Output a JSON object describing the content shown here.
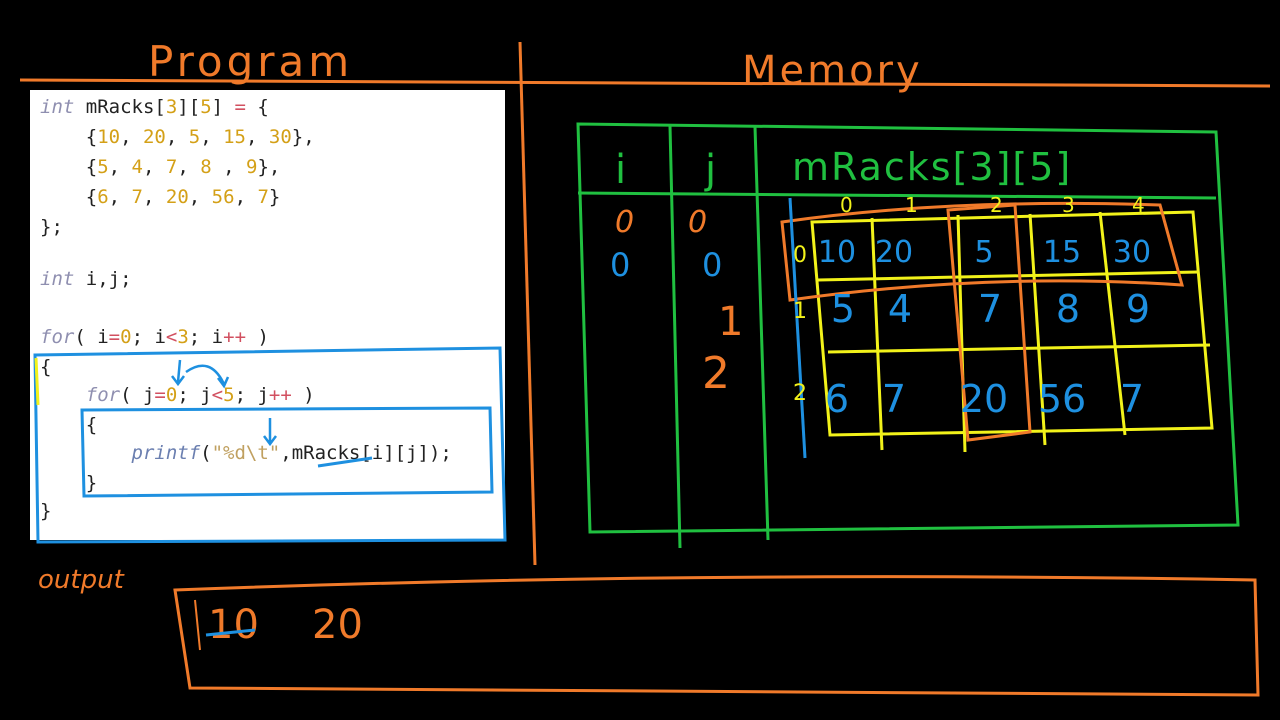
{
  "headings": {
    "program": "Program",
    "memory": "Memory",
    "output_label": "output"
  },
  "code": {
    "lines": [
      [
        {
          "t": "int",
          "c": "kw"
        },
        {
          "t": " mRacks["
        },
        {
          "t": "3",
          "c": "num"
        },
        {
          "t": "]["
        },
        {
          "t": "5",
          "c": "num"
        },
        {
          "t": "] "
        },
        {
          "t": "=",
          "c": "op"
        },
        {
          "t": " {"
        }
      ],
      [
        {
          "t": "    {"
        },
        {
          "t": "10",
          "c": "num"
        },
        {
          "t": ", "
        },
        {
          "t": "20",
          "c": "num"
        },
        {
          "t": ", "
        },
        {
          "t": "5",
          "c": "num"
        },
        {
          "t": ", "
        },
        {
          "t": "15",
          "c": "num"
        },
        {
          "t": ", "
        },
        {
          "t": "30",
          "c": "num"
        },
        {
          "t": "},"
        }
      ],
      [
        {
          "t": "    {"
        },
        {
          "t": "5",
          "c": "num"
        },
        {
          "t": ", "
        },
        {
          "t": "4",
          "c": "num"
        },
        {
          "t": ", "
        },
        {
          "t": "7",
          "c": "num"
        },
        {
          "t": ", "
        },
        {
          "t": "8",
          "c": "num"
        },
        {
          "t": " , "
        },
        {
          "t": "9",
          "c": "num"
        },
        {
          "t": "},"
        }
      ],
      [
        {
          "t": "    {"
        },
        {
          "t": "6",
          "c": "num"
        },
        {
          "t": ", "
        },
        {
          "t": "7",
          "c": "num"
        },
        {
          "t": ", "
        },
        {
          "t": "20",
          "c": "num"
        },
        {
          "t": ", "
        },
        {
          "t": "56",
          "c": "num"
        },
        {
          "t": ", "
        },
        {
          "t": "7",
          "c": "num"
        },
        {
          "t": "}"
        }
      ],
      [
        {
          "t": "};"
        }
      ],
      [],
      [
        {
          "t": "int",
          "c": "kw"
        },
        {
          "t": " i,j;"
        }
      ],
      [],
      [
        {
          "t": "for",
          "c": "kw"
        },
        {
          "t": "( i"
        },
        {
          "t": "=",
          "c": "op"
        },
        {
          "t": "0",
          "c": "num"
        },
        {
          "t": "; i"
        },
        {
          "t": "<",
          "c": "op"
        },
        {
          "t": "3",
          "c": "num"
        },
        {
          "t": "; i"
        },
        {
          "t": "++",
          "c": "op"
        },
        {
          "t": " )"
        }
      ],
      [
        {
          "t": "{"
        }
      ],
      [
        {
          "t": "    "
        },
        {
          "t": "for",
          "c": "kw"
        },
        {
          "t": "( j"
        },
        {
          "t": "=",
          "c": "op"
        },
        {
          "t": "0",
          "c": "num"
        },
        {
          "t": "; j"
        },
        {
          "t": "<",
          "c": "op"
        },
        {
          "t": "5",
          "c": "num"
        },
        {
          "t": "; j"
        },
        {
          "t": "++",
          "c": "op"
        },
        {
          "t": " )"
        }
      ],
      [
        {
          "t": "    {"
        }
      ],
      [
        {
          "t": "        "
        },
        {
          "t": "printf",
          "c": "fn"
        },
        {
          "t": "("
        },
        {
          "t": "\"%d\\t\"",
          "c": "str"
        },
        {
          "t": ",mRacks[i][j]);"
        }
      ],
      [
        {
          "t": "    }"
        }
      ],
      [
        {
          "t": "}"
        }
      ]
    ]
  },
  "memory_table": {
    "headers": {
      "i": "i",
      "j": "j",
      "array": "mRacks[3][5]"
    },
    "i_values": [
      "0",
      "0"
    ],
    "j_values": [
      "0",
      "0",
      "1",
      "2"
    ],
    "col_indices": [
      "0",
      "1",
      "2",
      "3",
      "4"
    ],
    "row_indices": [
      "0",
      "1",
      "2"
    ],
    "rows": [
      [
        "10",
        "20",
        "5",
        "15",
        "30"
      ],
      [
        "5",
        "4",
        "7",
        "8",
        "9"
      ],
      [
        "6",
        "7",
        "20",
        "56",
        "7"
      ]
    ]
  },
  "output": {
    "values": [
      "10",
      "20"
    ]
  },
  "colors": {
    "orange": "#f07a2a",
    "green": "#20c040",
    "yellow": "#f2f21a",
    "blue": "#1e90e0",
    "orange_hw": "#e8762c"
  }
}
